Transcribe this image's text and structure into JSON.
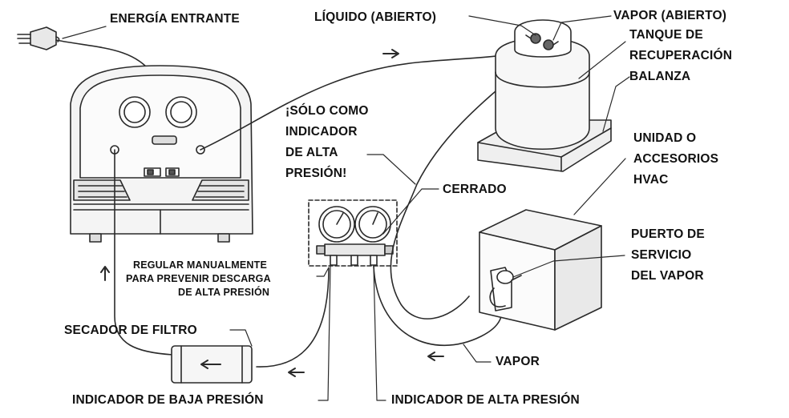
{
  "labels": {
    "energia": "ENERGÍA ENTRANTE",
    "liquido": "LÍQUIDO (ABIERTO)",
    "vapor_abierto": "VAPOR (ABIERTO)",
    "tanque_1": "TANQUE DE",
    "tanque_2": "RECUPERACIÓN",
    "balanza": "BALANZA",
    "solo_1": "¡SÓLO COMO",
    "solo_2": "INDICADOR",
    "solo_3": "DE ALTA",
    "solo_4": "PRESIÓN!",
    "unidad_1": "UNIDAD O",
    "unidad_2": "ACCESORIOS",
    "unidad_3": "HVAC",
    "cerrado": "CERRADO",
    "puerto_1": "PUERTO DE",
    "puerto_2": "SERVICIO",
    "puerto_3": "DEL VAPOR",
    "regular_1": "REGULAR MANUALMENTE",
    "regular_2": "PARA PREVENIR DESCARGA",
    "regular_3": "DE ALTA PRESIÓN",
    "secador": "SECADOR DE FILTRO",
    "vapor": "VAPOR",
    "ind_baja": "INDICADOR DE BAJA PRESIÓN",
    "ind_alta": "INDICADOR DE ALTA PRESIÓN"
  },
  "colors": {
    "line": "#2a2a2a",
    "fill_light": "#f2f2f2",
    "fill_mid": "#d9d9d9"
  }
}
